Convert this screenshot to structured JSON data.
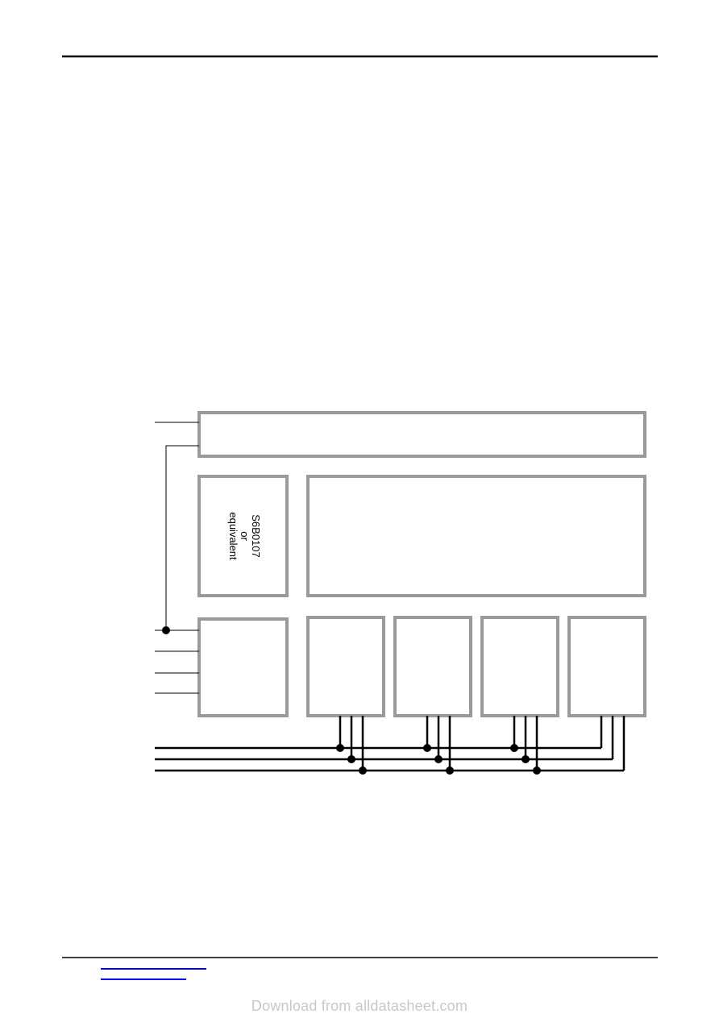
{
  "diagram": {
    "driver_chip": {
      "line1": "S6B0107",
      "line2": "or",
      "line3": "equivalent"
    }
  },
  "footer": {
    "watermark": "Download from alldatasheet.com"
  },
  "colors": {
    "block_border": "#9a9a9a",
    "wire": "#000000",
    "link": "#0000ff",
    "watermark": "#c8c8c8"
  }
}
